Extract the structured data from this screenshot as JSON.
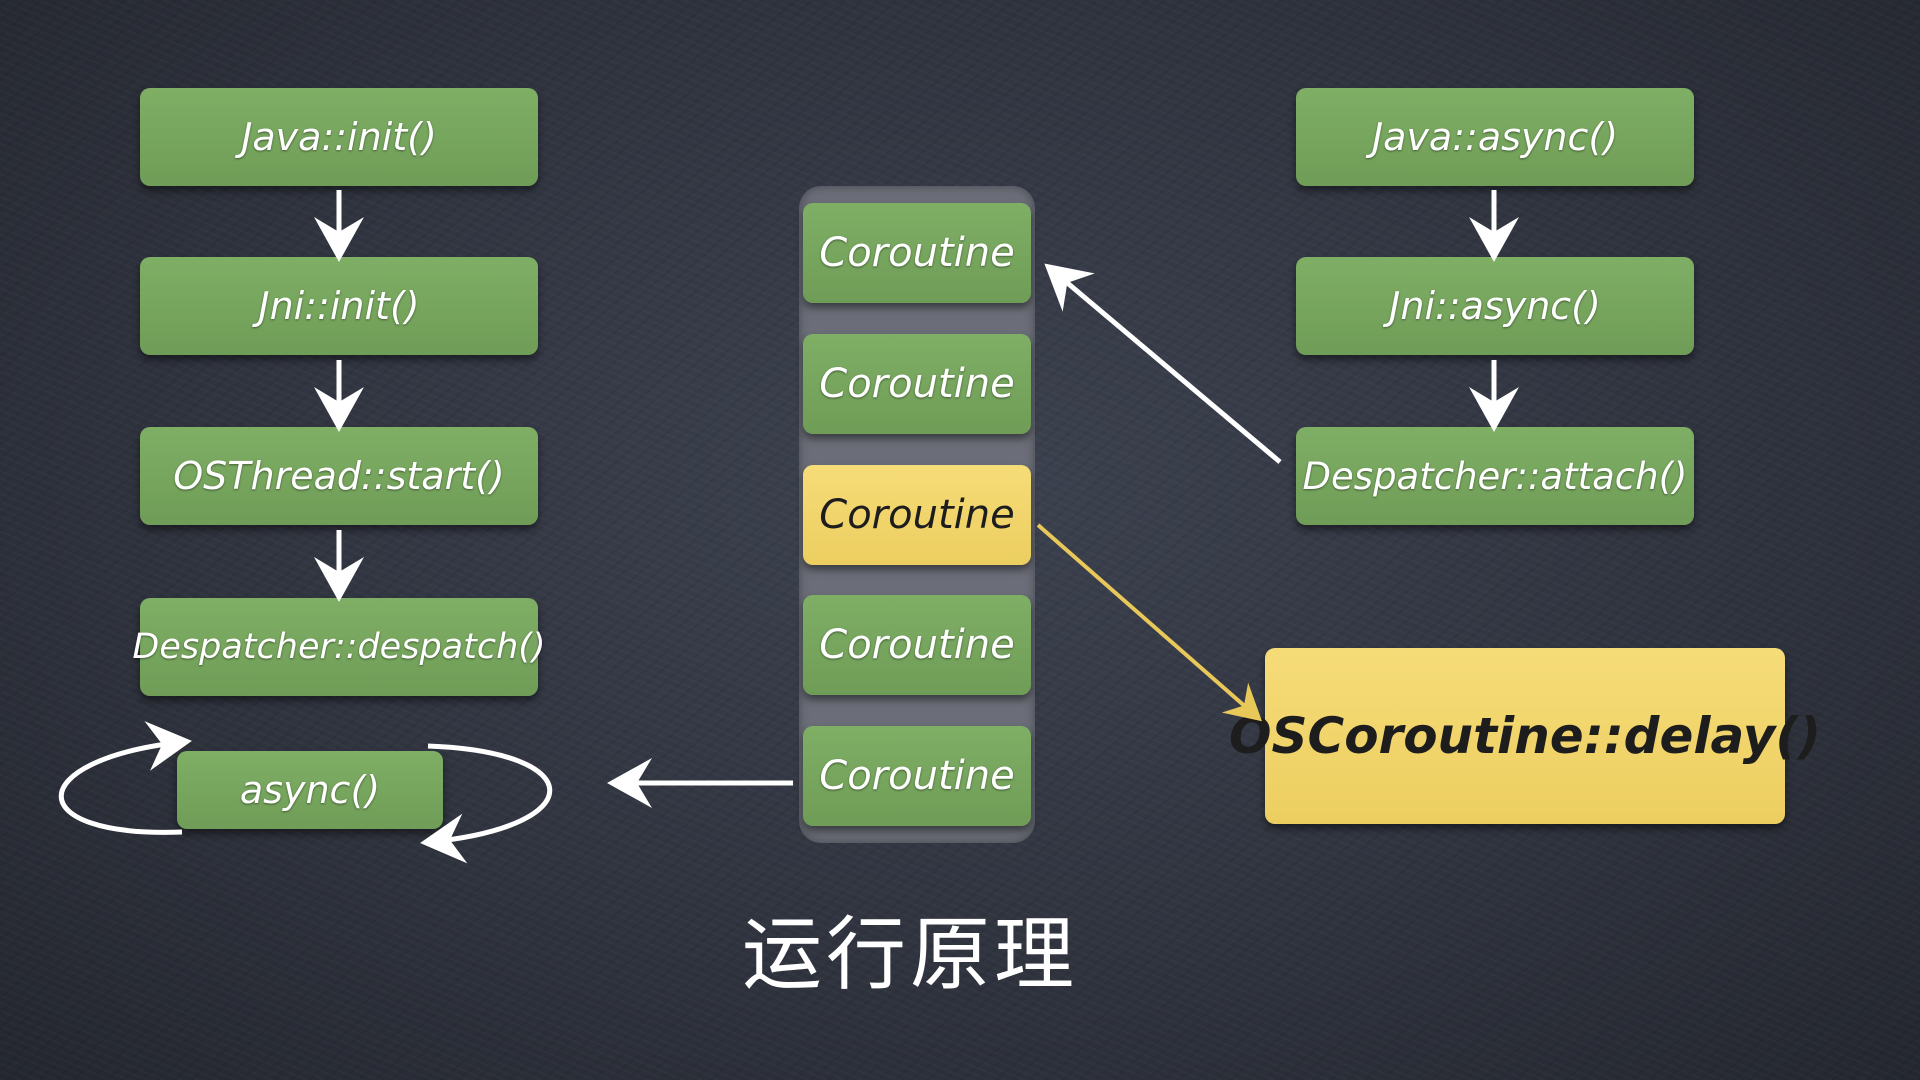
{
  "left_column": [
    {
      "label": "Java::init()"
    },
    {
      "label": "Jni::init()"
    },
    {
      "label": "OSThread::start()"
    },
    {
      "label": "Despatcher::despatch()"
    }
  ],
  "loop_box": {
    "label": "async()"
  },
  "coroutine_stack": [
    {
      "label": "Coroutine",
      "state": "idle"
    },
    {
      "label": "Coroutine",
      "state": "idle"
    },
    {
      "label": "Coroutine",
      "state": "active"
    },
    {
      "label": "Coroutine",
      "state": "idle"
    },
    {
      "label": "Coroutine",
      "state": "idle"
    }
  ],
  "right_column": [
    {
      "label": "Java::async()"
    },
    {
      "label": "Jni::async()"
    },
    {
      "label": "Despatcher::attach()"
    }
  ],
  "delay_box": {
    "label": "OSCoroutine::delay()"
  },
  "caption": "运行原理",
  "colors": {
    "background": "#30343f",
    "green_box": "#76a55d",
    "yellow_box": "#f1d46a",
    "stack_background": "#6b6e78",
    "arrow_white": "#ffffff",
    "arrow_yellow": "#e9c85a"
  }
}
